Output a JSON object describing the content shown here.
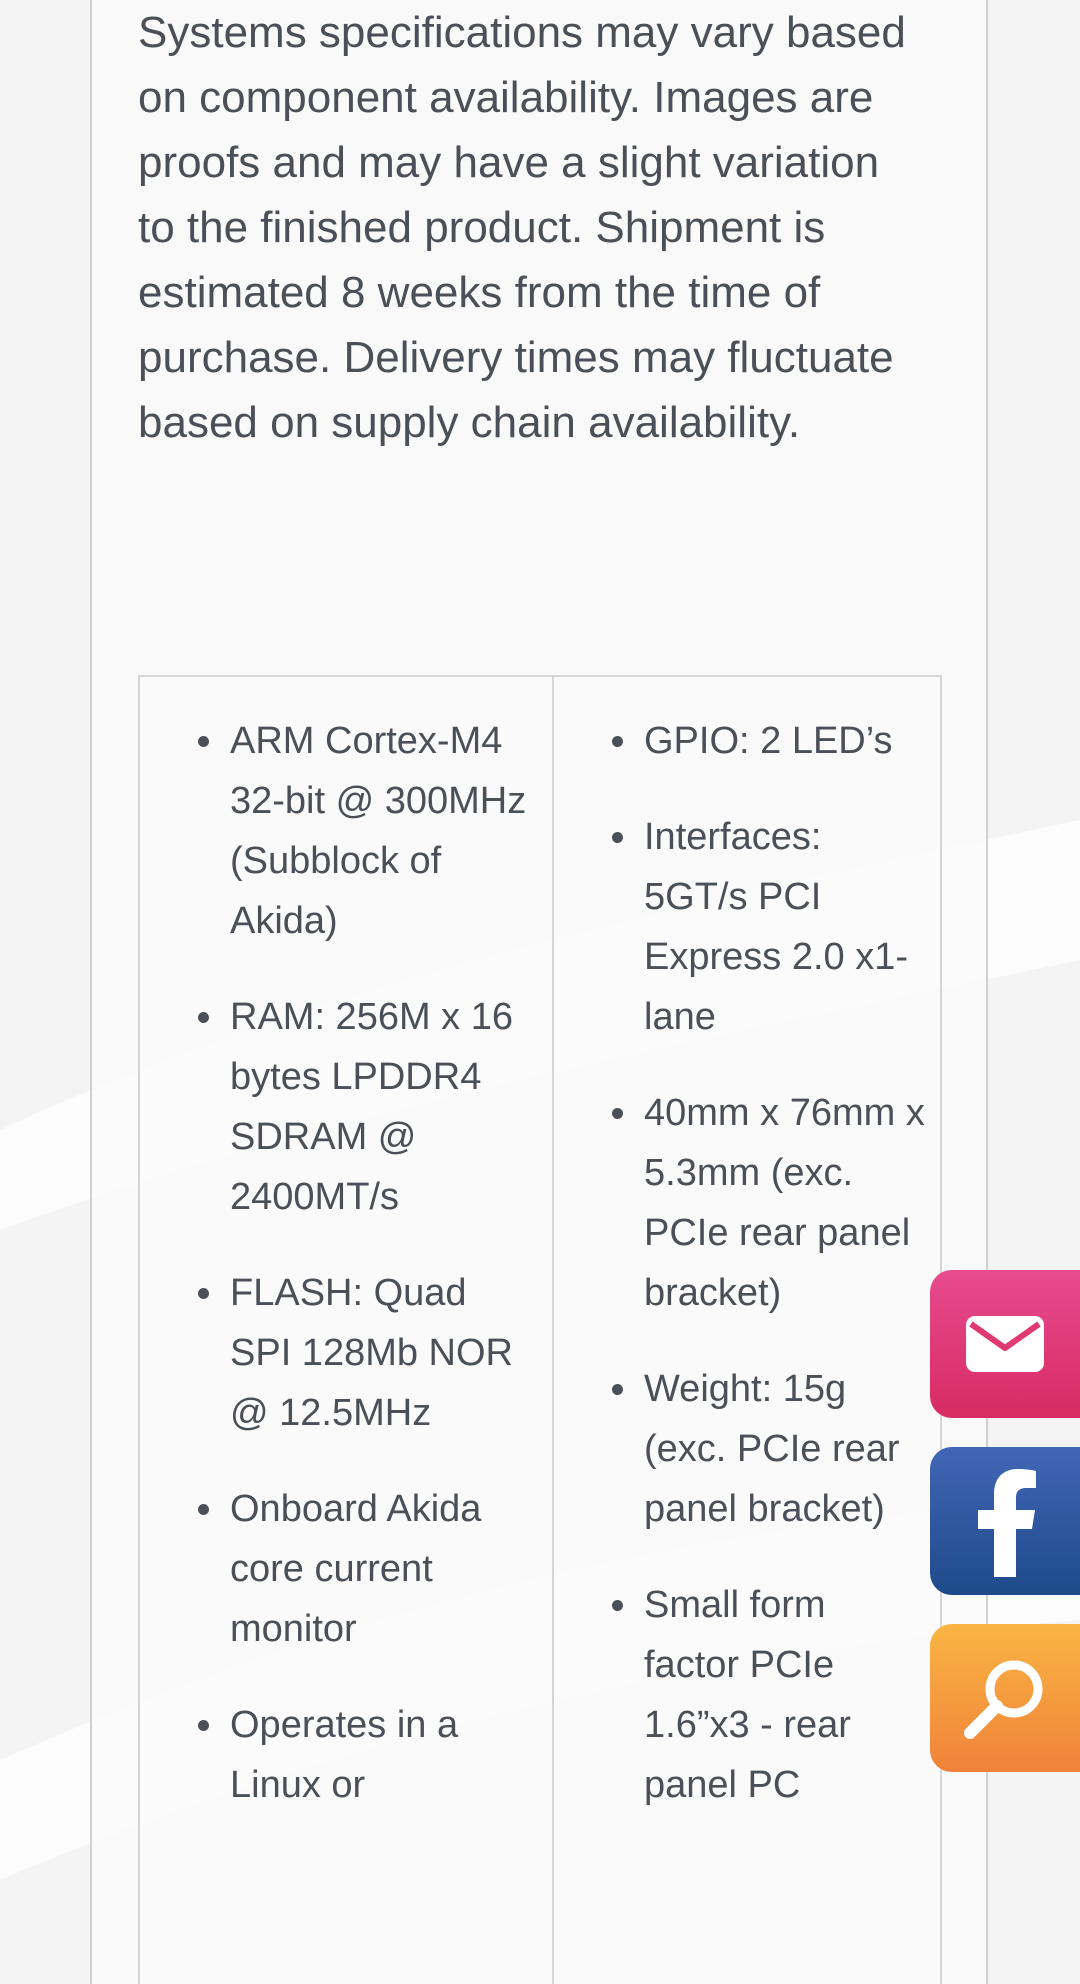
{
  "disclaimer": {
    "text": "Systems specifications may vary based on component availability. Images are proofs and may have a slight variation to the finished product. Shipment is estimated 8 weeks from the time of purchase. Delivery times may fluctuate based on supply chain availability."
  },
  "specs": {
    "left": [
      "ARM Cortex-M4 32-bit @ 300MHz (Subblock of Akida)",
      "RAM: 256M x 16 bytes LPDDR4 SDRAM @ 2400MT/s",
      "FLASH: Quad SPI 128Mb NOR @ 12.5MHz",
      "Onboard Akida core current monitor",
      "Operates in a Linux or"
    ],
    "right": [
      "GPIO: 2 LED’s",
      "Interfaces: 5GT/s PCI Express 2.0 x1-lane",
      "40mm x 76mm x 5.3mm (exc. PCIe rear panel bracket)",
      "Weight: 15g (exc. PCIe rear panel bracket)",
      "Small form factor PCIe 1.6”x3 - rear panel PC"
    ]
  },
  "floating_actions": [
    {
      "name": "email",
      "icon": "envelope-icon",
      "color": "#e0407a"
    },
    {
      "name": "facebook",
      "icon": "facebook-icon",
      "color": "#2f5a9f"
    },
    {
      "name": "search",
      "icon": "magnifier-icon",
      "color": "#f49a3e"
    }
  ]
}
